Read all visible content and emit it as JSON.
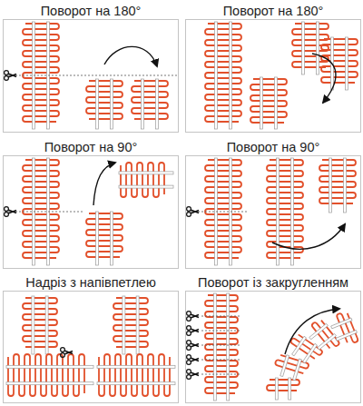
{
  "diagram": {
    "nodes": [
      {
        "text": [
          "Поворот на 180°"
        ]
      },
      {
        "text": [
          "Поворот на 180°"
        ]
      },
      {
        "text": [
          "Поворот на 90°"
        ]
      },
      {
        "text": [
          "Поворот на 90°"
        ]
      },
      {
        "text": [
          "Надріз з напівпетлею"
        ]
      },
      {
        "text": [
          "Поворот із закругленням"
        ]
      }
    ]
  }
}
